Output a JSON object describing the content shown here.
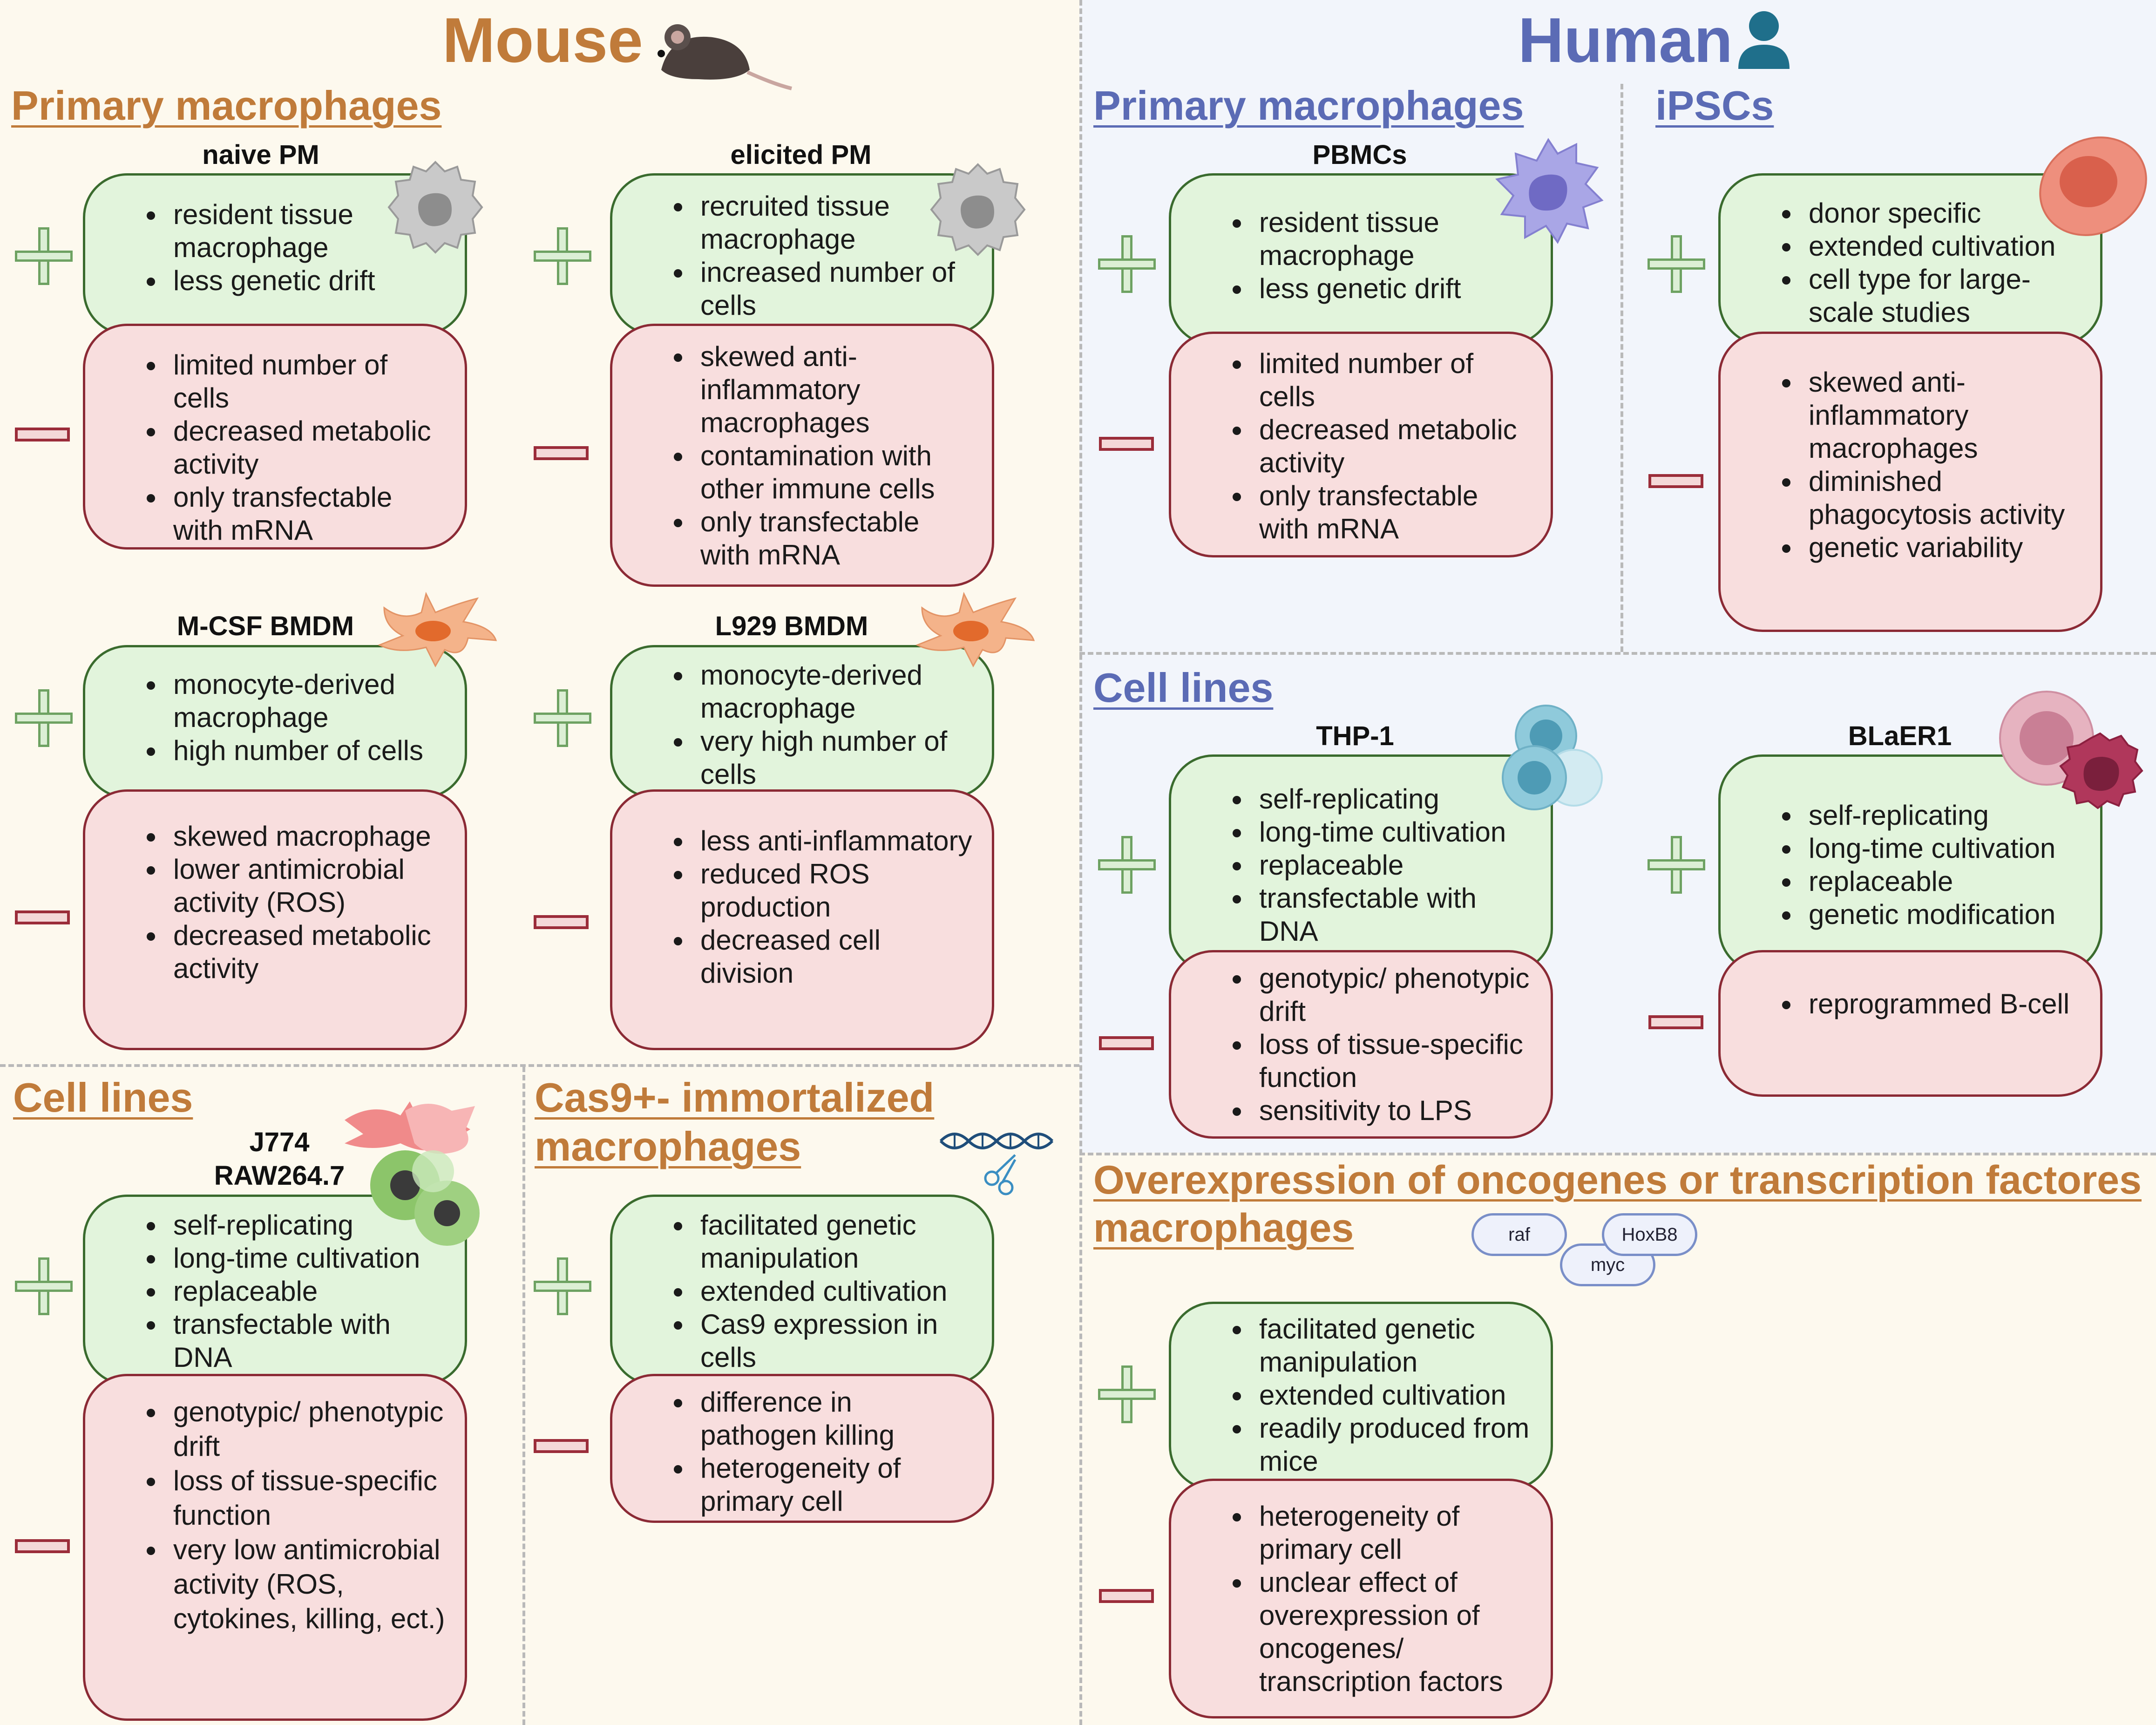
{
  "mouse": {
    "title": "Mouse",
    "primary_title": "Primary macrophages",
    "naive": {
      "label": "naive PM",
      "plus": [
        "resident tissue macrophage",
        "less genetic drift"
      ],
      "minus": [
        "limited number of cells",
        "decreased metabolic activity",
        "only transfectable with mRNA"
      ]
    },
    "elicited": {
      "label": "elicited PM",
      "plus": [
        "recruited tissue macrophage",
        "increased number of cells"
      ],
      "minus": [
        "skewed anti-inflammatory macrophages",
        "contamination with other immune cells",
        "only transfectable with mRNA"
      ]
    },
    "mcsf": {
      "label": "M-CSF BMDM",
      "plus": [
        "monocyte-derived macrophage",
        "high number of cells"
      ],
      "minus": [
        "skewed macrophage",
        "lower antimicrobial activity (ROS)",
        "decreased metabolic activity"
      ]
    },
    "l929": {
      "label": "L929 BMDM",
      "plus": [
        "monocyte-derived macrophage",
        "very high number of cells"
      ],
      "minus": [
        "less anti-inflammatory",
        "reduced ROS production",
        "decreased cell division"
      ]
    },
    "cell_lines_title": "Cell lines",
    "j774": {
      "label1": "J774",
      "label2": "RAW264.7",
      "plus": [
        "self-replicating",
        "long-time cultivation",
        "replaceable",
        "transfectable with DNA"
      ],
      "minus": [
        "genotypic/ phenotypic drift",
        "loss of tissue-specific function",
        "very low antimicrobial activity (ROS, cytokines, killing, ect.)"
      ]
    },
    "cas9_title_1": "Cas9+- immortalized",
    "cas9_title_2": "macrophages",
    "cas9": {
      "plus": [
        "facilitated genetic manipulation",
        "extended cultivation",
        "Cas9 expression in cells"
      ],
      "minus": [
        "difference in pathogen killing",
        "heterogeneity of primary cell"
      ]
    }
  },
  "human": {
    "title": "Human",
    "primary_title": "Primary macrophages",
    "pbmcs": {
      "label": "PBMCs",
      "plus": [
        "resident tissue macrophage",
        "less genetic drift"
      ],
      "minus": [
        "limited number of cells",
        "decreased metabolic activity",
        "only transfectable with mRNA"
      ]
    },
    "ipscs_title": "iPSCs",
    "ipscs": {
      "plus": [
        "donor specific",
        "extended cultivation",
        "cell type for large-scale studies"
      ],
      "minus": [
        "skewed anti-inflammatory macrophages",
        "diminished phagocytosis activity",
        "genetic variability"
      ]
    },
    "cell_lines_title": "Cell lines",
    "thp1": {
      "label": "THP-1",
      "plus": [
        "self-replicating",
        "long-time cultivation",
        "replaceable",
        "transfectable with DNA"
      ],
      "minus": [
        "genotypic/ phenotypic drift",
        "loss of tissue-specific function",
        "sensitivity to LPS"
      ]
    },
    "blaer1": {
      "label": "BLaER1",
      "plus": [
        "self-replicating",
        "long-time cultivation",
        "replaceable",
        "genetic modification"
      ],
      "minus": [
        "reprogrammed B-cell"
      ]
    },
    "overexp_title_1": "Overexpression of oncogenes or transcription factores",
    "overexp_title_2": "macrophages",
    "tags": [
      "raf",
      "myc",
      "HoxB8"
    ],
    "overexp": {
      "plus": [
        "facilitated genetic manipulation",
        "extended cultivation",
        "readily produced from mice"
      ],
      "minus": [
        "heterogeneity of primary cell",
        "unclear effect of overexpression of oncogenes/ transcription factors"
      ]
    }
  },
  "colors": {
    "mouse_accent": "#c07b3a",
    "human_accent": "#5b6bb5",
    "plus_fill": "#e2f4dc",
    "plus_border": "#3a6b2e",
    "minus_fill": "#f8dede",
    "minus_border": "#8b2a35"
  },
  "icons": [
    "mouse-icon",
    "person-icon",
    "macrophage-icon",
    "monocyte-icon",
    "stem-cell-icon",
    "dna-scissors-icon",
    "plus-icon",
    "minus-icon"
  ]
}
